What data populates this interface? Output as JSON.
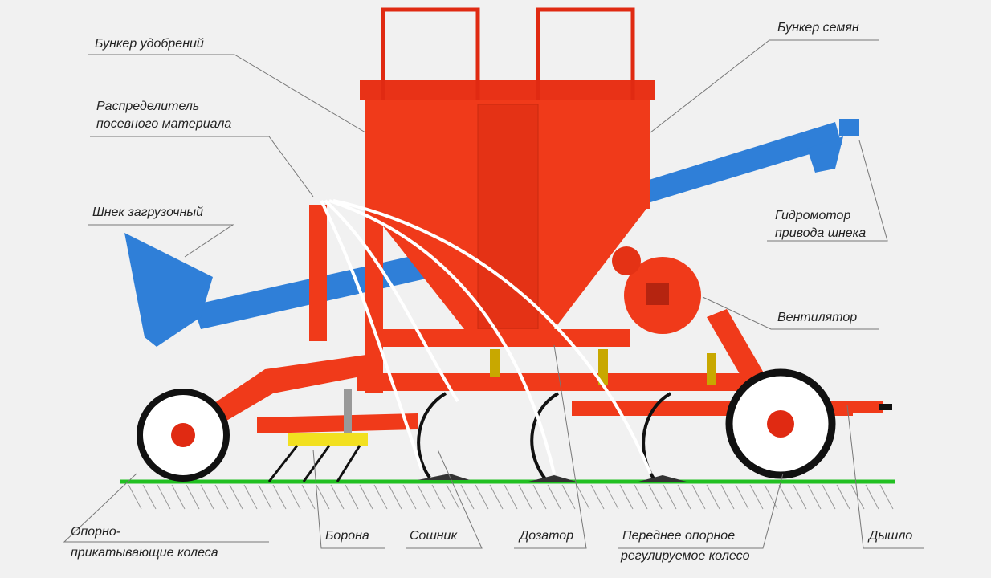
{
  "title": "Сеялка — устройство",
  "labels": {
    "fertilizer_hopper": "Бункер удобрений",
    "distributor_1": "Распределитель",
    "distributor_2": "посевного материала",
    "loading_auger": "Шнек загрузочный",
    "seed_hopper": "Бункер семян",
    "hydromotor_1": "Гидромотор",
    "hydromotor_2": "привода шнека",
    "fan": "Вентилятор",
    "press_wheels_1": "Опорно-",
    "press_wheels_2": "прикатывающие колеса",
    "harrow": "Борона",
    "coulter": "Сошник",
    "dispenser": "Дозатор",
    "front_wheel_1": "Переднее опорное",
    "front_wheel_2": "регулируемое колесо",
    "drawbar": "Дышло"
  },
  "colors": {
    "frame": "#f03a1a",
    "auger": "#2f7fd8",
    "ground": "#22c022",
    "harrow": "#f2e020"
  }
}
